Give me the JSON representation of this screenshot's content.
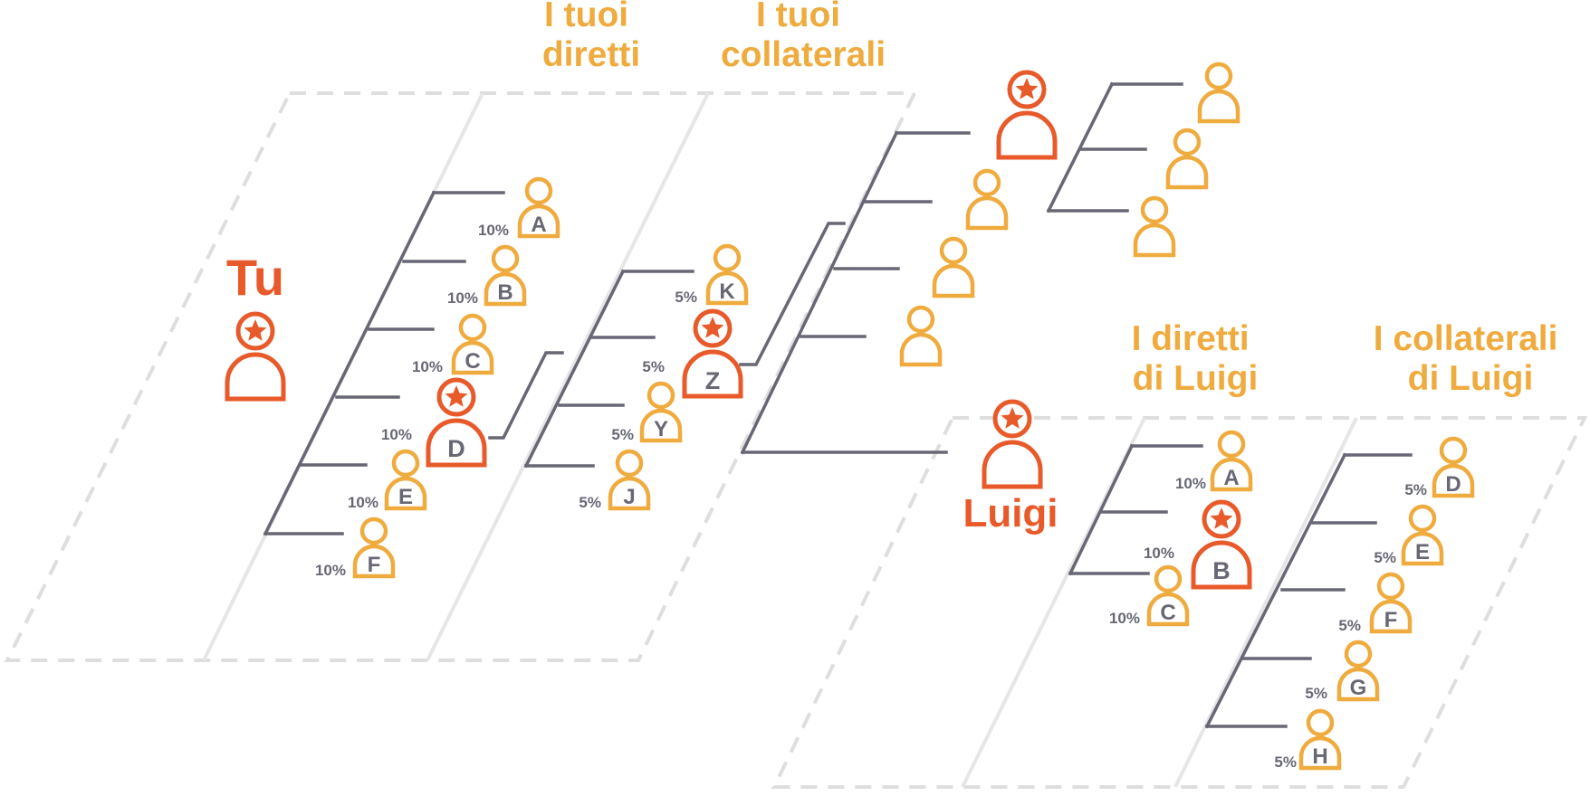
{
  "colors": {
    "accent_orange": "#e85a2a",
    "accent_yellow": "#efab3e",
    "line_gray": "#676775",
    "plane_gray": "#dedede"
  },
  "labels": {
    "you": "Tu",
    "luigi": "Luigi",
    "your_directs": [
      "I tuoi",
      "diretti"
    ],
    "your_collaterals": [
      "I tuoi",
      "collaterali"
    ],
    "luigi_directs": [
      "I diretti",
      "di Luigi"
    ],
    "luigi_collaterals": [
      "I collaterali",
      "di Luigi"
    ]
  },
  "your_directs": [
    {
      "letter": "A",
      "pct": "10%"
    },
    {
      "letter": "B",
      "pct": "10%"
    },
    {
      "letter": "C",
      "pct": "10%"
    },
    {
      "letter": "D",
      "pct": "10%",
      "starred": true
    },
    {
      "letter": "E",
      "pct": "10%"
    },
    {
      "letter": "F",
      "pct": "10%"
    }
  ],
  "your_collaterals": [
    {
      "letter": "K",
      "pct": "5%"
    },
    {
      "letter": "Z",
      "pct": "5%",
      "starred": true
    },
    {
      "letter": "Y",
      "pct": "5%"
    },
    {
      "letter": "J",
      "pct": "5%"
    }
  ],
  "luigi_directs": [
    {
      "letter": "A",
      "pct": "10%"
    },
    {
      "letter": "B",
      "pct": "10%",
      "starred": true
    },
    {
      "letter": "C",
      "pct": "10%"
    }
  ],
  "luigi_collaterals": [
    {
      "letter": "D",
      "pct": "5%"
    },
    {
      "letter": "E",
      "pct": "5%"
    },
    {
      "letter": "F",
      "pct": "5%"
    },
    {
      "letter": "G",
      "pct": "5%"
    },
    {
      "letter": "H",
      "pct": "5%"
    }
  ]
}
